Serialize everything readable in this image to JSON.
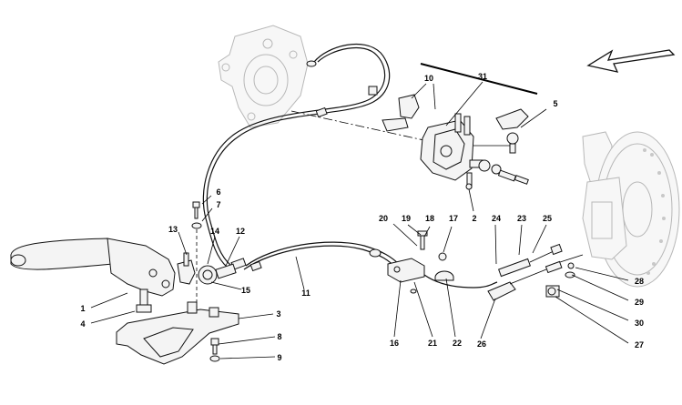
{
  "callouts": {
    "n1": "1",
    "n2": "2",
    "n3": "3",
    "n4": "4",
    "n5": "5",
    "n6": "6",
    "n7": "7",
    "n8": "8",
    "n9": "9",
    "n10": "10",
    "n11": "11",
    "n12": "12",
    "n13": "13",
    "n14": "14",
    "n15": "15",
    "n16": "16",
    "n17": "17",
    "n18": "18",
    "n19": "19",
    "n20": "20",
    "n21": "21",
    "n22": "22",
    "n23": "23",
    "n24": "24",
    "n25": "25",
    "n26": "26",
    "n27": "27",
    "n28": "28",
    "n29": "29",
    "n30": "30",
    "n31": "31"
  },
  "icons": {
    "direction": "direction-arrow-icon"
  }
}
